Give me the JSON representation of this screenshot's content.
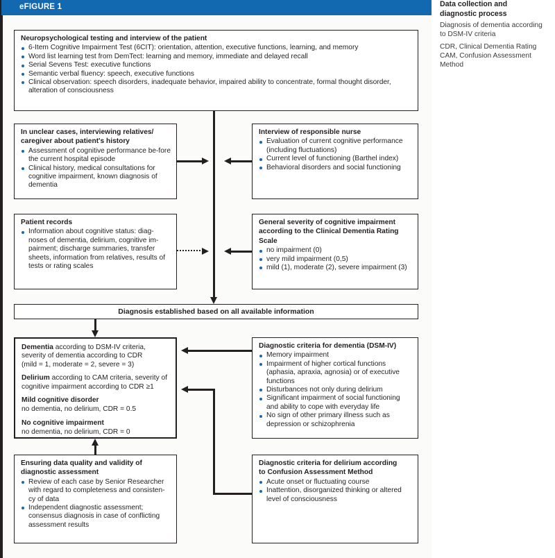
{
  "figure": {
    "tag": "eFIGURE 1"
  },
  "caption": {
    "title_line1": "Data collection and",
    "title_line2": "diagnostic process",
    "line1": "Diagnosis of dementia according",
    "line2": "to DSM-IV criteria",
    "line3": "CDR, Clinical Dementia Rating",
    "line4": "CAM, Confusion Assessment",
    "line5": "Method"
  },
  "boxes": {
    "neuropsych": {
      "heading": "Neuropsychological testing and interview of the patient",
      "bullets": [
        "6-Item Cognitive Impairment Test (6CIT): orientation, attention, executive functions, learning, and memory",
        "Word list learning test from DemTect: learning and memory, immediate and delayed recall",
        "Serial Sevens Test: executive functions",
        "Semantic verbal fluency: speech, executive functions",
        "Clinical observation: speech disorders, inadequate behavior, impaired ability to concentrate, formal thought disorder, alteration of consciousness"
      ]
    },
    "relatives": {
      "heading_line1": "In unclear cases, interviewing relatives/",
      "heading_line2": "caregiver about patient's history",
      "bullets": [
        "Assessment of cognitive performance be-fore the current hospital episode",
        "Clinical history, medical consultations for cognitive impairment, known diagnosis of dementia"
      ]
    },
    "nurse": {
      "heading": "Interview of responsible nurse",
      "bullets": [
        "Evaluation of current cognitive performance (including fluctuations)",
        "Current level of functioning (Barthel index)",
        "Behavioral disorders and social functioning"
      ]
    },
    "records": {
      "heading": "Patient records",
      "bullets": [
        "Information about cognitive status: diag-noses of dementia, delirium, cognitive im-pairment; discharge summaries, transfer sheets, information from relatives, results of tests or rating scales"
      ]
    },
    "cdr_scale": {
      "heading_line1": "General severity of cognitive impairment",
      "heading_line2": "according to the Clinical Dementia Rating",
      "heading_line3": "Scale",
      "bullets": [
        "no impairment (0)",
        "very mild impairment (0,5)",
        "mild (1), moderate (2), severe impairment (3)"
      ]
    },
    "diagnosis_bar": {
      "label": "Diagnosis established based on all available information"
    },
    "outcome": {
      "dementia_bold": "Dementia",
      "dementia_rest": " according to DSM-IV criteria,",
      "dementia_line2": "severity of dementia according to CDR",
      "dementia_line3": "(mild = 1, moderate = 2, severe = 3)",
      "delirium_bold": "Delirium",
      "delirium_rest": " according to CAM criteria, severity of",
      "delirium_line2": "cognitive impairment according to CDR ≥1",
      "mild_heading": "Mild cognitive disorder",
      "mild_text": "no dementia, no delirium, CDR = 0.5",
      "none_heading": "No cognitive impairment",
      "none_text": "no dementia, no delirium, CDR = 0"
    },
    "dsm_criteria": {
      "heading": "Diagnostic criteria for dementia (DSM-IV)",
      "bullets": [
        "Memory impairment",
        "Impairment of higher cortical functions (aphasia, apraxia, agnosia) or of executive functions",
        "Disturbances not only during delirium",
        "Significant impairment of social functioning and ability to cope with everyday life",
        "No sign of other primary illness such as depression or schizophrenia"
      ]
    },
    "quality": {
      "heading_line1": "Ensuring data quality and validity of",
      "heading_line2": "diagnostic assessment",
      "bullets": [
        "Review of each case by Senior Researcher with regard to completeness and consisten-cy of data",
        "Independent diagnostic assessment; consensus diagnosis in case of conflicting assessment results"
      ]
    },
    "cam_criteria": {
      "heading_line1": "Diagnostic criteria for delirium according",
      "heading_line2": "to Confusion Assessment Method",
      "bullets": [
        "Acute onset or fluctuating course",
        "Inattention, disorganized thinking or altered level of consciousness"
      ]
    }
  },
  "colors": {
    "header_blue": "#1269b0",
    "bullet_blue": "#1667ad",
    "ink": "#231f20"
  }
}
